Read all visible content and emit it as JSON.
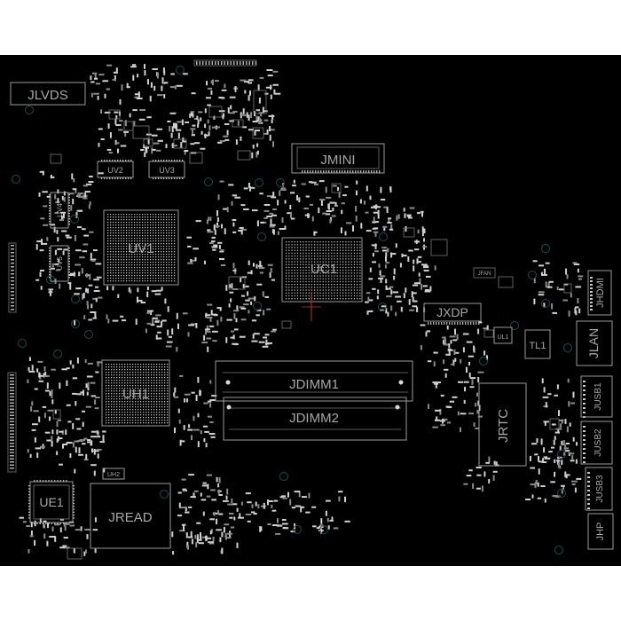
{
  "board": {
    "background": "#000000",
    "silkscreen_color": "#a8a8a8",
    "via_color": "#1c5050",
    "components": {
      "jlvds": "JLVDS",
      "jmini": "JMINI",
      "uv1": "UV1",
      "uc1": "UC1",
      "uh1": "UH1",
      "jdimm1": "JDIMM1",
      "jdimm2": "JDIMM2",
      "jxdp": "JXDP",
      "jrtc": "JRTC",
      "tl1": "TL1",
      "jlan": "JLAN",
      "jhdmi": "JHDMI",
      "jusb1": "JUSB1",
      "jusb2": "JUSB2",
      "jusb3": "JUSB3",
      "jhp": "JHP",
      "ue1": "UE1",
      "jread": "JREAD",
      "jfan": "JFAN",
      "ul1": "UL1",
      "uv2": "UV2",
      "uv3": "UV3",
      "uv4": "UV4",
      "uv5": "UV5",
      "uh2": "UH2"
    }
  }
}
